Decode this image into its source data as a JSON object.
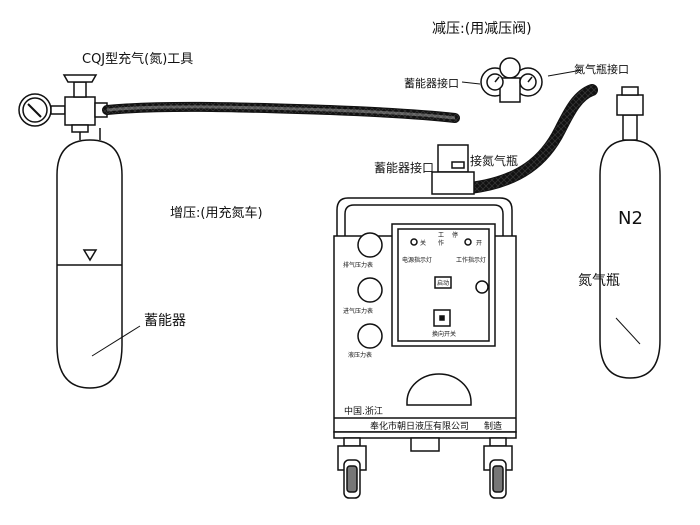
{
  "labels": {
    "reduce_title": "减压:(用减压阀)",
    "cqj_tool": "CQJ型充气(氮)工具",
    "accumulator_port_top": "蓄能器接口",
    "n2_port": "氮气瓶接口",
    "accumulator_port_mid": "蓄能器接口",
    "connect_n2": "接氮气瓶",
    "boost_title": "增压:(用充氮车)",
    "n2_mark": "N2",
    "n2_bottle": "氮气瓶",
    "accumulator": "蓄能器"
  },
  "panel": {
    "gauge_1": "排气压力表",
    "gauge_2": "进气压力表",
    "gauge_3": "液压力表",
    "lamp_1": "电源指示灯",
    "lamp_2": "工作指示灯",
    "pos_a": "关",
    "pos_b": "工",
    "pos_c": "作",
    "pos_d": "停",
    "pos_e": "开",
    "btn_1": "启动",
    "btn_2": "换向开关",
    "origin": "中国.浙江",
    "maker": "奉化市朝日液压有限公司",
    "made": "制造"
  }
}
